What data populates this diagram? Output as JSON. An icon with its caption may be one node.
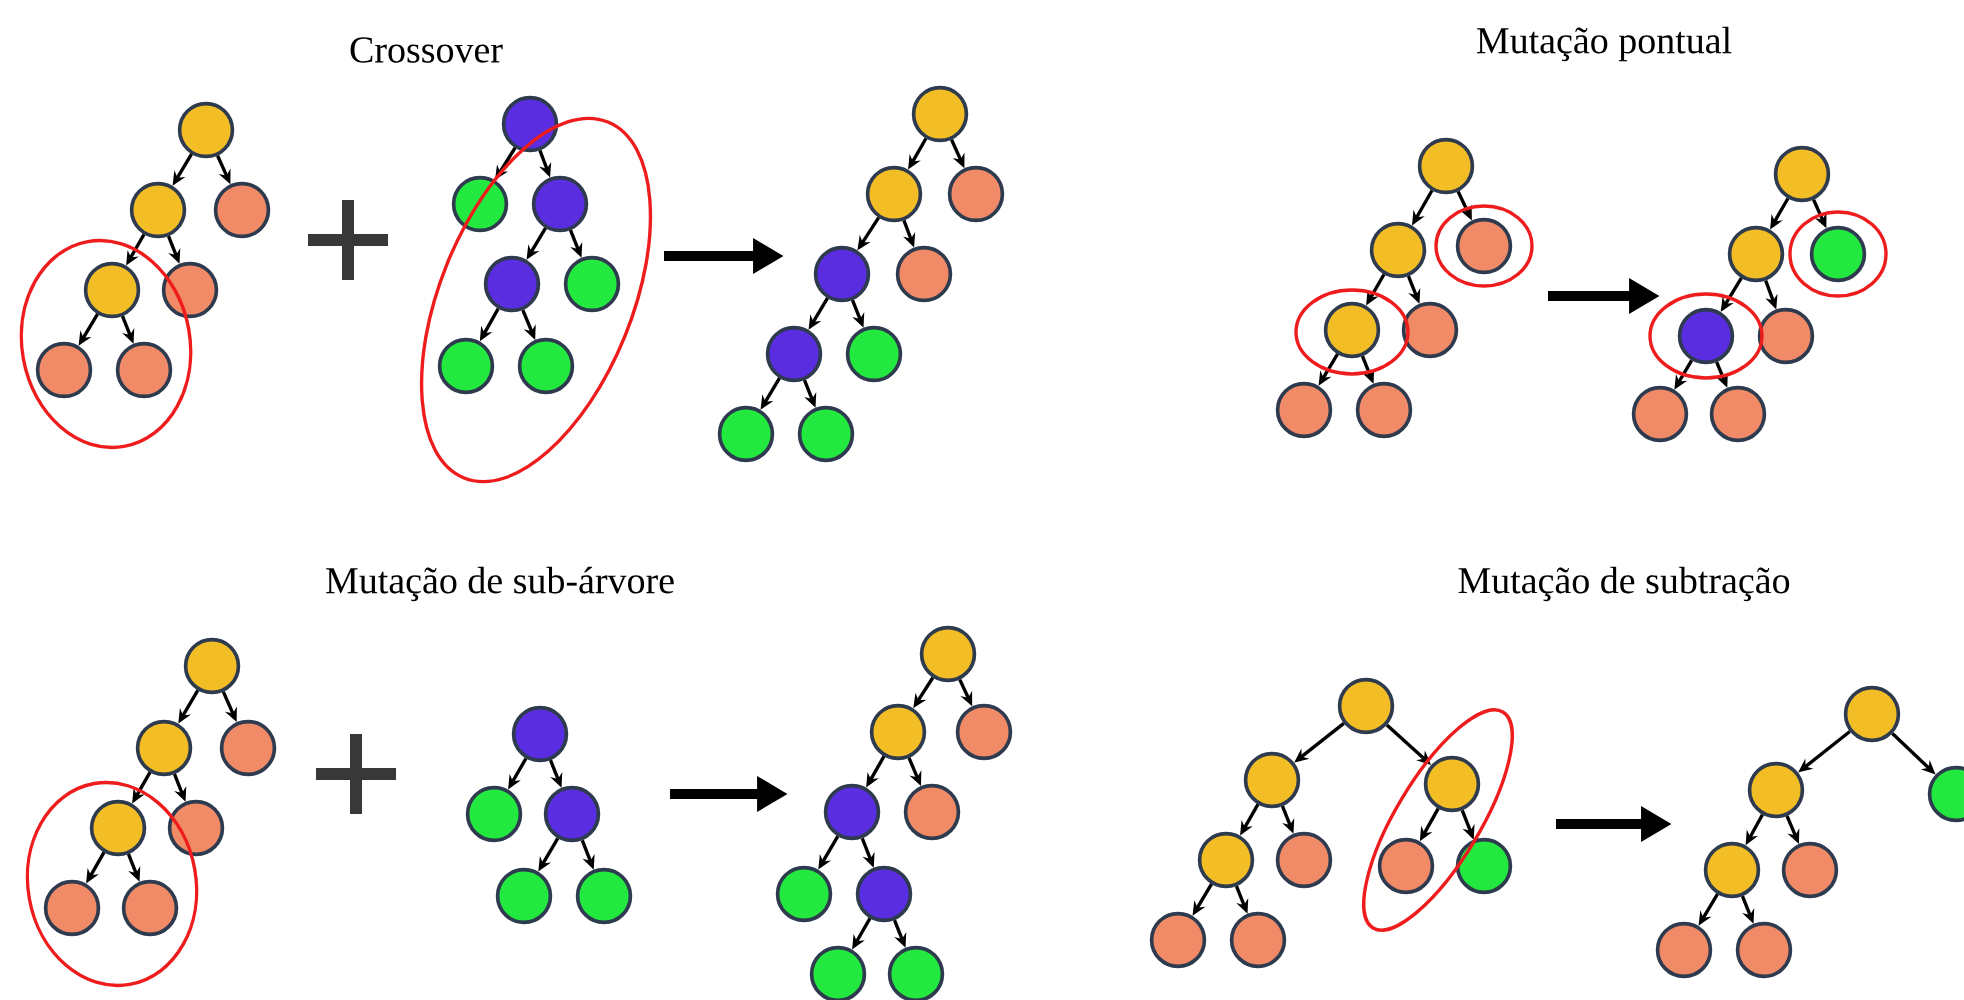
{
  "diagram": {
    "nodes": [
      {
        "text": [],
        "shape": "circle"
      },
      {
        "text": [],
        "shape": "circle"
      },
      {
        "text": [],
        "shape": "circle"
      },
      {
        "text": [],
        "shape": "circle"
      },
      {
        "text": [],
        "shape": "circle"
      },
      {
        "text": [],
        "shape": "circle"
      },
      {
        "text": [],
        "shape": "circle"
      },
      {
        "text": [],
        "shape": "circle"
      },
      {
        "text": [],
        "shape": "circle"
      },
      {
        "text": [],
        "shape": "circle"
      },
      {
        "text": [],
        "shape": "circle"
      },
      {
        "text": [],
        "shape": "circle"
      },
      {
        "text": [],
        "shape": "circle"
      },
      {
        "text": [],
        "shape": "circle"
      },
      {
        "text": [],
        "shape": "circle"
      },
      {
        "text": [],
        "shape": "circle"
      },
      {
        "text": [],
        "shape": "circle"
      },
      {
        "text": [],
        "shape": "circle"
      },
      {
        "text": [],
        "shape": "circle"
      },
      {
        "text": [],
        "shape": "circle"
      },
      {
        "text": [],
        "shape": "circle"
      },
      {
        "text": [],
        "shape": "circle"
      },
      {
        "text": [],
        "shape": "circle"
      },
      {
        "text": [],
        "shape": "circle"
      },
      {
        "text": [],
        "shape": "circle"
      },
      {
        "text": [],
        "shape": "circle"
      },
      {
        "text": [],
        "shape": "circle"
      },
      {
        "text": [],
        "shape": "circle"
      },
      {
        "text": [],
        "shape": "circle"
      },
      {
        "text": [],
        "shape": "circle"
      },
      {
        "text": [],
        "shape": "circle"
      },
      {
        "text": [],
        "shape": "circle"
      },
      {
        "text": [],
        "shape": "circle"
      },
      {
        "text": [],
        "shape": "circle"
      },
      {
        "text": [],
        "shape": "circle"
      },
      {
        "text": [],
        "shape": "circle"
      },
      {
        "text": [],
        "shape": "circle"
      },
      {
        "text": [],
        "shape": "circle"
      },
      {
        "text": [],
        "shape": "circle"
      },
      {
        "text": [],
        "shape": "circle"
      },
      {
        "text": [],
        "shape": "circle"
      },
      {
        "text": [],
        "shape": "circle"
      },
      {
        "text": [],
        "shape": "circle"
      },
      {
        "text": [],
        "shape": "circle"
      },
      {
        "text": [],
        "shape": "circle"
      },
      {
        "text": [],
        "shape": "circle"
      },
      {
        "text": [],
        "shape": "circle"
      },
      {
        "text": [],
        "shape": "circle"
      },
      {
        "text": [],
        "shape": "circle"
      },
      {
        "text": [],
        "shape": "circle"
      },
      {
        "text": [],
        "shape": "circle"
      },
      {
        "text": [],
        "shape": "circle"
      },
      {
        "text": [],
        "shape": "circle"
      },
      {
        "text": [],
        "shape": "circle"
      },
      {
        "text": [],
        "shape": "circle"
      },
      {
        "text": [],
        "shape": "circle"
      },
      {
        "text": [],
        "shape": "circle"
      },
      {
        "text": [],
        "shape": "circle"
      },
      {
        "text": [],
        "shape": "circle"
      },
      {
        "text": [],
        "shape": "circle"
      },
      {
        "text": [],
        "shape": "circle"
      },
      {
        "text": [],
        "shape": "circle"
      },
      {
        "text": [],
        "shape": "circle"
      },
      {
        "text": [],
        "shape": "circle"
      },
      {
        "text": [],
        "shape": "circle"
      },
      {
        "text": [],
        "shape": "circle"
      },
      {
        "text": [],
        "shape": "circle"
      },
      {
        "text": [],
        "shape": "circle"
      },
      {
        "text": [],
        "shape": "circle"
      },
      {
        "text": [],
        "shape": "circle"
      },
      {
        "text": [],
        "shape": "circle"
      },
      {
        "text": [],
        "shape": "circle"
      },
      {
        "text": [],
        "shape": "circle"
      },
      {
        "text": [],
        "shape": "circle"
      }
    ],
    "edges": [
      {
        "from": 0,
        "to": 1,
        "arrow": "to"
      },
      {
        "from": 0,
        "to": 2,
        "arrow": "to"
      },
      {
        "from": 1,
        "to": 3,
        "arrow": "to"
      },
      {
        "from": 1,
        "to": 4,
        "arrow": "to"
      },
      {
        "from": 3,
        "to": 5,
        "arrow": "to"
      },
      {
        "from": 3,
        "to": 6,
        "arrow": "to"
      },
      {
        "from": 7,
        "to": 8,
        "arrow": "to"
      },
      {
        "from": 7,
        "to": 9,
        "arrow": "to"
      },
      {
        "from": 9,
        "to": 10,
        "arrow": "to"
      },
      {
        "from": 9,
        "to": 11,
        "arrow": "to"
      },
      {
        "from": 10,
        "to": 12,
        "arrow": "to"
      },
      {
        "from": 10,
        "to": 13,
        "arrow": "to"
      },
      {
        "from": 14,
        "to": 15,
        "arrow": "to"
      },
      {
        "from": 14,
        "to": 16,
        "arrow": "to"
      },
      {
        "from": 15,
        "to": 17,
        "arrow": "to"
      },
      {
        "from": 15,
        "to": 18,
        "arrow": "to"
      },
      {
        "from": 17,
        "to": 19,
        "arrow": "to"
      },
      {
        "from": 17,
        "to": 20,
        "arrow": "to"
      },
      {
        "from": 19,
        "to": 21,
        "arrow": "to"
      },
      {
        "from": 19,
        "to": 22,
        "arrow": "to"
      },
      {
        "from": 23,
        "to": 24,
        "arrow": "to"
      },
      {
        "from": 23,
        "to": 25,
        "arrow": "to"
      },
      {
        "from": 24,
        "to": 26,
        "arrow": "to"
      },
      {
        "from": 24,
        "to": 27,
        "arrow": "to"
      },
      {
        "from": 26,
        "to": 28,
        "arrow": "to"
      },
      {
        "from": 26,
        "to": 29,
        "arrow": "to"
      },
      {
        "from": 30,
        "to": 31,
        "arrow": "to"
      },
      {
        "from": 30,
        "to": 32,
        "arrow": "to"
      },
      {
        "from": 31,
        "to": 33,
        "arrow": "to"
      },
      {
        "from": 31,
        "to": 34,
        "arrow": "to"
      },
      {
        "from": 33,
        "to": 35,
        "arrow": "to"
      },
      {
        "from": 33,
        "to": 36,
        "arrow": "to"
      },
      {
        "from": 37,
        "to": 38,
        "arrow": "to"
      },
      {
        "from": 37,
        "to": 39,
        "arrow": "to"
      },
      {
        "from": 38,
        "to": 40,
        "arrow": "to"
      },
      {
        "from": 38,
        "to": 41,
        "arrow": "to"
      },
      {
        "from": 40,
        "to": 42,
        "arrow": "to"
      },
      {
        "from": 40,
        "to": 43,
        "arrow": "to"
      },
      {
        "from": 44,
        "to": 45,
        "arrow": "to"
      },
      {
        "from": 44,
        "to": 46,
        "arrow": "to"
      },
      {
        "from": 46,
        "to": 47,
        "arrow": "to"
      },
      {
        "from": 46,
        "to": 48,
        "arrow": "to"
      },
      {
        "from": 49,
        "to": 50,
        "arrow": "to"
      },
      {
        "from": 49,
        "to": 51,
        "arrow": "to"
      },
      {
        "from": 50,
        "to": 52,
        "arrow": "to"
      },
      {
        "from": 50,
        "to": 53,
        "arrow": "to"
      },
      {
        "from": 52,
        "to": 54,
        "arrow": "to"
      },
      {
        "from": 52,
        "to": 55,
        "arrow": "to"
      },
      {
        "from": 55,
        "to": 56,
        "arrow": "to"
      },
      {
        "from": 55,
        "to": 57,
        "arrow": "to"
      },
      {
        "from": 58,
        "to": 59,
        "arrow": "to"
      },
      {
        "from": 58,
        "to": 60,
        "arrow": "to"
      },
      {
        "from": 59,
        "to": 61,
        "arrow": "to"
      },
      {
        "from": 59,
        "to": 62,
        "arrow": "to"
      },
      {
        "from": 60,
        "to": 63,
        "arrow": "to"
      },
      {
        "from": 60,
        "to": 64,
        "arrow": "to"
      },
      {
        "from": 61,
        "to": 65,
        "arrow": "to"
      },
      {
        "from": 61,
        "to": 66,
        "arrow": "to"
      },
      {
        "from": 67,
        "to": 68,
        "arrow": "to"
      },
      {
        "from": 67,
        "to": 69,
        "arrow": "to"
      },
      {
        "from": 68,
        "to": 70,
        "arrow": "to"
      },
      {
        "from": 68,
        "to": 71,
        "arrow": "to"
      },
      {
        "from": 70,
        "to": 72,
        "arrow": "to"
      },
      {
        "from": 70,
        "to": 73,
        "arrow": "to"
      }
    ],
    "labels": [
      "Crossover",
      "Mutação pontual",
      "Mutação de sub-árvore",
      "Mutação de subtração"
    ]
  }
}
